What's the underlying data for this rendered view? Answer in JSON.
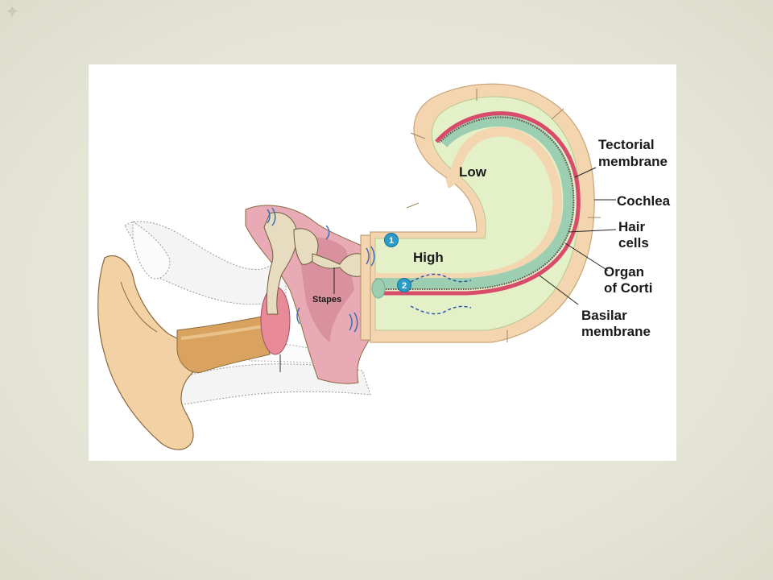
{
  "labels": {
    "tectorial_line1": "Tectorial",
    "tectorial_line2": "membrane",
    "cochlea": "Cochlea",
    "hair_line1": "Hair",
    "hair_line2": "cells",
    "organ_line1": "Organ",
    "organ_line2": "of Corti",
    "basilar_line1": "Basilar",
    "basilar_line2": "membrane",
    "low": "Low",
    "high": "High",
    "stapes": "Stapes"
  },
  "markers": {
    "one": "1",
    "two": "2"
  },
  "colors": {
    "background": "#e6e6d8",
    "cochlea_fill": "#e4f0c8",
    "cochlea_outline": "#f3d6b0",
    "basilar": "#d94b6a",
    "organ": "#9ccfb2",
    "skin": "#f2d2a4",
    "badge": "#2a9ec9",
    "sound_waves": "#3a6fb3"
  },
  "icons": {
    "ornament": "four-point-star-icon"
  }
}
